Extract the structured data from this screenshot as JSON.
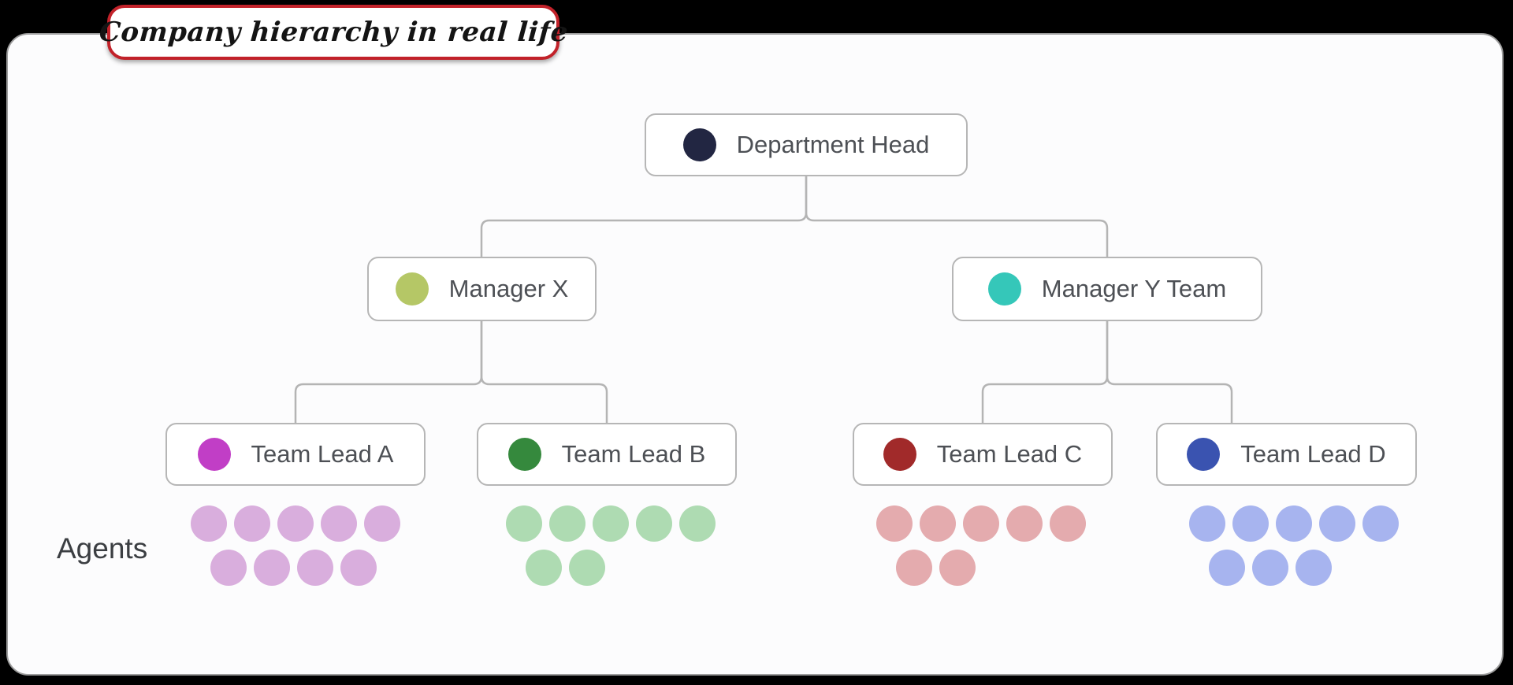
{
  "title_badge": {
    "text": "Company hierarchy in real life",
    "border_color": "#c2222a"
  },
  "agents_axis": {
    "label": "Agents"
  },
  "nodes": [
    {
      "id": "department-head",
      "label": "Department Head",
      "color": "#222642"
    },
    {
      "id": "manager-x",
      "label": "Manager X",
      "color": "#b5c766"
    },
    {
      "id": "manager-y-team",
      "label": "Manager Y Team",
      "color": "#35c7b9"
    },
    {
      "id": "team-lead-a",
      "label": "Team Lead A",
      "color": "#c13ec6"
    },
    {
      "id": "team-lead-b",
      "label": "Team Lead B",
      "color": "#35893d"
    },
    {
      "id": "team-lead-c",
      "label": "Team Lead C",
      "color": "#a12a2a"
    },
    {
      "id": "team-lead-d",
      "label": "Team Lead D",
      "color": "#3a53b0"
    }
  ],
  "agent_clusters": [
    {
      "team": "team-lead-a",
      "color": "#d9aedd",
      "rows": [
        5,
        4
      ],
      "total_agents": 9
    },
    {
      "team": "team-lead-b",
      "color": "#aedbb2",
      "rows": [
        5,
        2
      ],
      "total_agents": 7
    },
    {
      "team": "team-lead-c",
      "color": "#e4abae",
      "rows": [
        5,
        2
      ],
      "total_agents": 7
    },
    {
      "team": "team-lead-d",
      "color": "#a7b4ef",
      "rows": [
        5,
        3
      ],
      "total_agents": 8
    }
  ]
}
